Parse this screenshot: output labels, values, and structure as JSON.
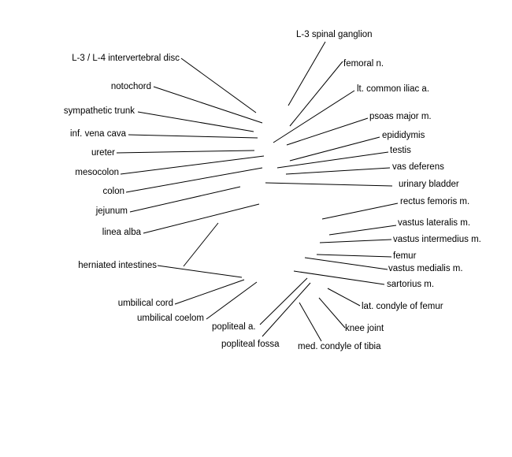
{
  "left_labels": [
    "L-3 / L-4 intervertebral disc",
    "notochord",
    "sympathetic trunk",
    "inf. vena cava",
    "ureter",
    "mesocolon",
    "colon",
    "jejunum",
    "linea alba",
    "herniated intestines",
    "umbilical cord",
    "umbilical coelom"
  ],
  "right_labels": [
    "L-3 spinal ganglion",
    "femoral n.",
    "lt. common iliac a.",
    "psoas major m.",
    "epididymis",
    "testis",
    "vas deferens",
    "urinary bladder",
    "rectus femoris m.",
    "vastus lateralis m.",
    "vastus intermedius m.",
    "femur",
    "vastus medialis m.",
    "sartorius m.",
    "lat. condyle of femur",
    "knee joint",
    "med. condyle of tibia"
  ],
  "bottom_labels": [
    "popliteal a.",
    "popliteal fossa"
  ]
}
